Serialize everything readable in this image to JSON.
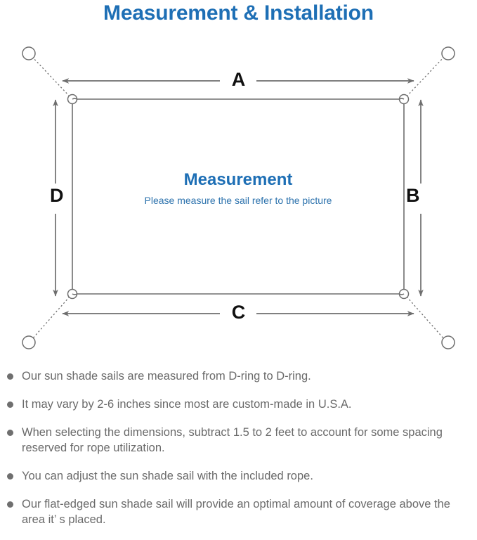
{
  "header": {
    "title": "Measurement & Installation",
    "title_color": "#1e6fb5"
  },
  "diagram": {
    "center_title": "Measurement",
    "center_subtitle": "Please measure the sail refer to the picture",
    "labels": {
      "top": "A",
      "right": "B",
      "bottom": "C",
      "left": "D"
    },
    "line_color": "#6e6e6e",
    "sail_color": "#6e6e6e",
    "anchor_count": 4,
    "d_ring_count": 4
  },
  "notes": [
    {
      "text": "Our sun shade sails are measured from D-ring to D-ring."
    },
    {
      "text": "It may vary by 2-6 inches since most are custom-made in U.S.A."
    },
    {
      "text": "When selecting the dimensions, subtract 1.5 to 2 feet to account for some spacing reserved for rope utilization."
    },
    {
      "text": "You can adjust the sun shade sail with the included rope."
    },
    {
      "text": "Our flat-edged sun shade sail will provide an optimal amount of coverage above the area it’ s placed."
    }
  ]
}
